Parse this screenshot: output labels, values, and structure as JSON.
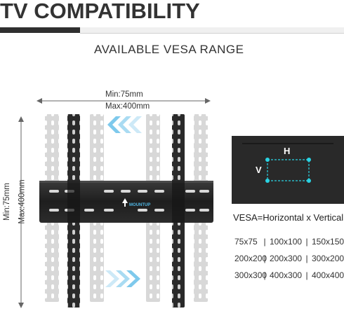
{
  "title": "TV COMPATIBILITY",
  "subtitle": "AVAILABLE VESA RANGE",
  "horizontal_min": "Min:75mm",
  "horizontal_max": "Max:400mm",
  "vertical_min": "Min:75mm",
  "vertical_max": "Max:400mm",
  "brand": "MOUNTUP",
  "diagram_h": "H",
  "diagram_v": "V",
  "vesa_title": "VESA=Horizontal x Vertical",
  "vesa_sizes": [
    [
      "75x75",
      "100x100",
      "150x150"
    ],
    [
      "200x200",
      "200x300",
      "300x200"
    ],
    [
      "300x300",
      "400x300",
      "400x400"
    ]
  ],
  "separator": "|",
  "colors": {
    "title": "#333333",
    "band_dark": "#2f2f2f",
    "panel_bg": "#2d2d2d",
    "accent_cyan": "#2ad3e3",
    "arrow_blue": "#4fb6e4",
    "bracket_light": "#d6d6d6",
    "bracket_dark": "#2a2a2a"
  }
}
